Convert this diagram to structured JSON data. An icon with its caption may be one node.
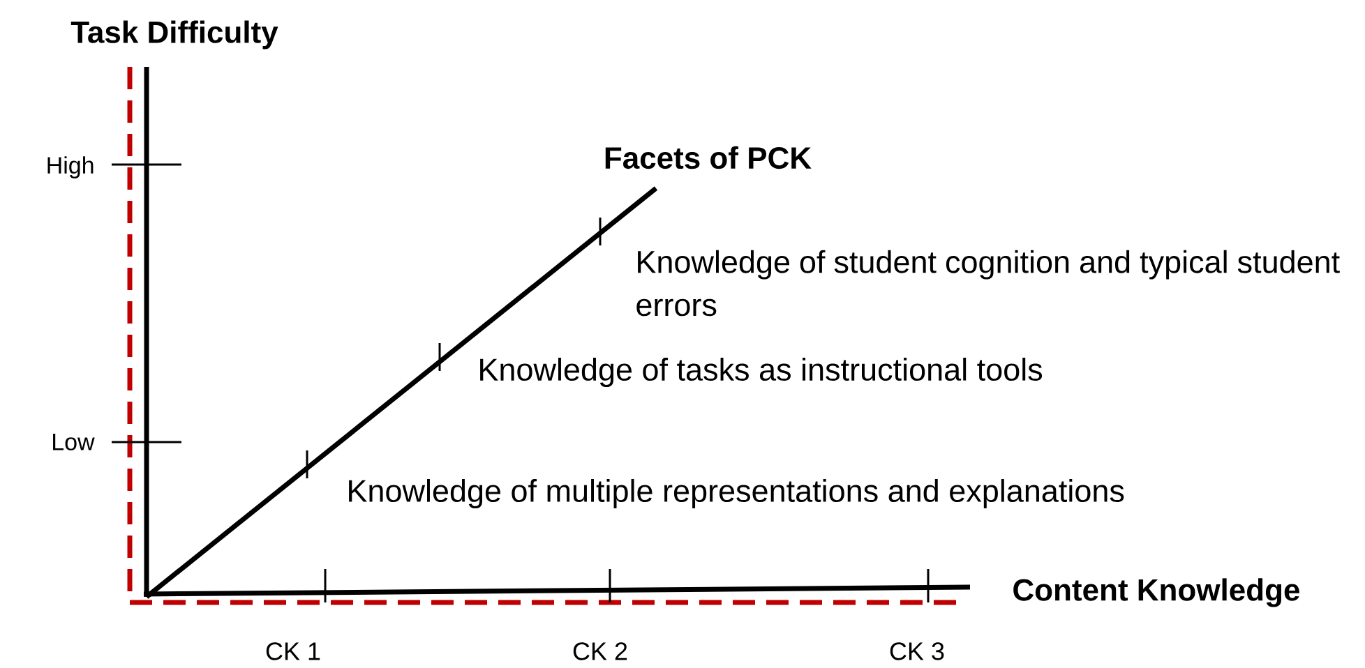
{
  "diagram": {
    "labels": [
      "Task Difficulty",
      "High",
      "Facets of PCK",
      "Knowledge of student cognition and typical student errors",
      "Knowledge of tasks as instructional tools",
      "Low",
      "Knowledge of multiple representations and explanations",
      "Content Knowledge",
      "CK 1",
      "CK 2",
      "CK 3"
    ]
  }
}
